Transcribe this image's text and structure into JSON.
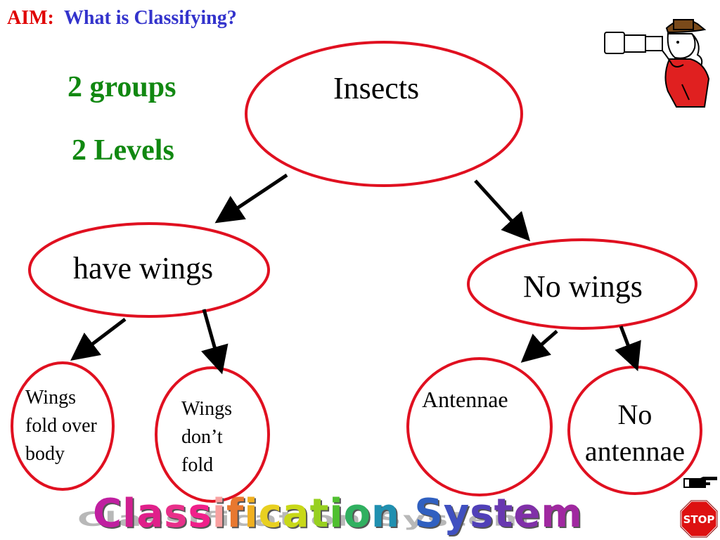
{
  "header": {
    "aim_label": "AIM:",
    "question": "What is Classifying?"
  },
  "stats": {
    "groups": "2 groups",
    "levels": "2 Levels"
  },
  "tree": {
    "root": "Insects",
    "left": "have wings",
    "right": "No wings",
    "left_left": [
      "Wings",
      "fold over",
      "body"
    ],
    "left_right": [
      "Wings",
      "don’t",
      "fold"
    ],
    "right_left": "Antennae",
    "right_right": [
      "No",
      "antennae"
    ]
  },
  "footer": {
    "title_letters": [
      "C",
      "l",
      "a",
      "s",
      "s",
      "i",
      "f",
      "i",
      "c",
      "a",
      "t",
      "i",
      "o",
      "n",
      " ",
      "S",
      "y",
      "s",
      "t",
      "e",
      "m"
    ],
    "title": "Classification System",
    "letter_colors": [
      "#c01fa0",
      "#d02090",
      "#e0208a",
      "#e8308a",
      "#f0208a",
      "#f8a0a0",
      "#e87830",
      "#f0b020",
      "#e8d020",
      "#c8d818",
      "#98d020",
      "#50c030",
      "#30b060",
      "#2090b0",
      " ",
      "#3060c0",
      "#4050c0",
      "#5040b8",
      "#6838b0",
      "#8030a8",
      "#a028a0"
    ],
    "stop_sign": "STOP"
  },
  "colors": {
    "ellipse_stroke": "#e01020",
    "arrow": "#000000",
    "aim_red": "#e00000",
    "question_blue": "#3333cc",
    "stat_green": "#118811"
  },
  "icons": [
    "telescope-explorer-icon",
    "pointing-hand-icon",
    "stop-sign-icon"
  ]
}
